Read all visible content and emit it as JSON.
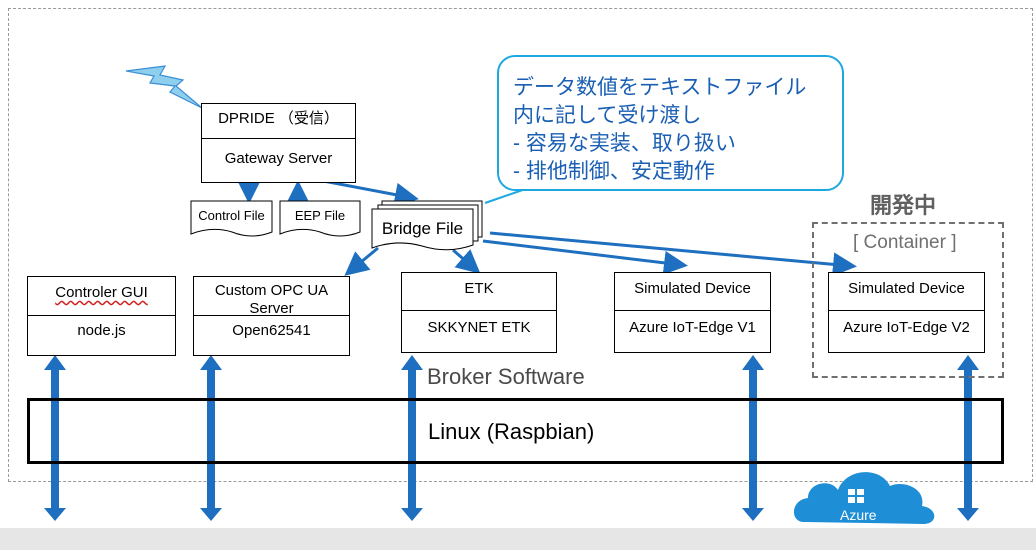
{
  "callout": {
    "line1": "データ数値をテキストファイル",
    "line2": "内に記して受け渡し",
    "line3": " - 容易な実装、取り扱い",
    "line4": " - 排他制御、安定動作"
  },
  "dev_status": "開発中",
  "container_label": "[ Container ]",
  "broker_label": "Broker Software",
  "linux_label": "Linux (Raspbian)",
  "azure_label": "Azure",
  "gateway": {
    "title": "DPRIDE （受信）",
    "subtitle": "Gateway Server"
  },
  "files": {
    "control": "Control File",
    "eep": "EEP File",
    "bridge": "Bridge File"
  },
  "boxes": [
    {
      "title": "Controler GUI",
      "subtitle": "node.js"
    },
    {
      "title": "Custom OPC UA Server",
      "subtitle": "Open62541"
    },
    {
      "title": "ETK",
      "subtitle": "SKKYNET ETK"
    },
    {
      "title": "Simulated Device",
      "subtitle": "Azure IoT-Edge V1"
    },
    {
      "title": "Simulated Device",
      "subtitle": "Azure IoT-Edge V2"
    }
  ]
}
